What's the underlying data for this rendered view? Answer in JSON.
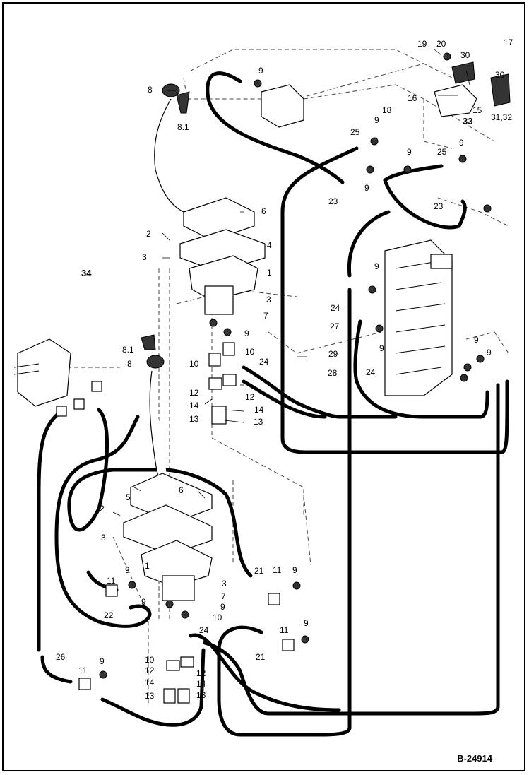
{
  "document_code": "B-24914",
  "callouts": [
    {
      "id": "c20",
      "text": "20",
      "bold": false
    },
    {
      "id": "c19",
      "text": "19",
      "bold": false
    },
    {
      "id": "c17",
      "text": "17",
      "bold": false
    },
    {
      "id": "c30a",
      "text": "30",
      "bold": false
    },
    {
      "id": "c30b",
      "text": "30",
      "bold": false
    },
    {
      "id": "c16",
      "text": "16",
      "bold": false
    },
    {
      "id": "c15",
      "text": "15",
      "bold": false
    },
    {
      "id": "c33",
      "text": "33",
      "bold": true
    },
    {
      "id": "c3132",
      "text": "31,32",
      "bold": false
    },
    {
      "id": "c9a",
      "text": "9",
      "bold": false
    },
    {
      "id": "c8a",
      "text": "8",
      "bold": false
    },
    {
      "id": "c81a",
      "text": "8.1",
      "bold": false
    },
    {
      "id": "c18",
      "text": "18",
      "bold": false
    },
    {
      "id": "c9b",
      "text": "9",
      "bold": false
    },
    {
      "id": "c25a",
      "text": "25",
      "bold": false
    },
    {
      "id": "c9c",
      "text": "9",
      "bold": false
    },
    {
      "id": "c25b",
      "text": "25",
      "bold": false
    },
    {
      "id": "c9d",
      "text": "9",
      "bold": false
    },
    {
      "id": "c9e",
      "text": "9",
      "bold": false
    },
    {
      "id": "c23a",
      "text": "23",
      "bold": false
    },
    {
      "id": "c23b",
      "text": "23",
      "bold": false
    },
    {
      "id": "c6a",
      "text": "6",
      "bold": false
    },
    {
      "id": "c2a",
      "text": "2",
      "bold": false
    },
    {
      "id": "c4",
      "text": "4",
      "bold": false
    },
    {
      "id": "c3a",
      "text": "3",
      "bold": false
    },
    {
      "id": "c34",
      "text": "34",
      "bold": true
    },
    {
      "id": "c1a",
      "text": "1",
      "bold": false
    },
    {
      "id": "c9f",
      "text": "9",
      "bold": false
    },
    {
      "id": "c3b",
      "text": "3",
      "bold": false
    },
    {
      "id": "c7a",
      "text": "7",
      "bold": false
    },
    {
      "id": "c24a",
      "text": "24",
      "bold": false
    },
    {
      "id": "c27",
      "text": "27",
      "bold": false
    },
    {
      "id": "c9g",
      "text": "9",
      "bold": false
    },
    {
      "id": "c9h",
      "text": "9",
      "bold": false
    },
    {
      "id": "c81b",
      "text": "8.1",
      "bold": false
    },
    {
      "id": "c10a",
      "text": "10",
      "bold": false
    },
    {
      "id": "c29",
      "text": "29",
      "bold": false
    },
    {
      "id": "c9i",
      "text": "9",
      "bold": false
    },
    {
      "id": "c9j",
      "text": "9",
      "bold": false
    },
    {
      "id": "c8b",
      "text": "8",
      "bold": false
    },
    {
      "id": "c10b",
      "text": "10",
      "bold": false
    },
    {
      "id": "c24b",
      "text": "24",
      "bold": false
    },
    {
      "id": "c24c",
      "text": "24",
      "bold": false
    },
    {
      "id": "c28",
      "text": "28",
      "bold": false
    },
    {
      "id": "c12a",
      "text": "12",
      "bold": false
    },
    {
      "id": "c12b",
      "text": "12",
      "bold": false
    },
    {
      "id": "c14a",
      "text": "14",
      "bold": false
    },
    {
      "id": "c14b",
      "text": "14",
      "bold": false
    },
    {
      "id": "c13a",
      "text": "13",
      "bold": false
    },
    {
      "id": "c13b",
      "text": "13",
      "bold": false
    },
    {
      "id": "c6b",
      "text": "6",
      "bold": false
    },
    {
      "id": "c5",
      "text": "5",
      "bold": false
    },
    {
      "id": "c2b",
      "text": "2",
      "bold": false
    },
    {
      "id": "c3c",
      "text": "3",
      "bold": false
    },
    {
      "id": "c1b",
      "text": "1",
      "bold": false
    },
    {
      "id": "c9k",
      "text": "9",
      "bold": false
    },
    {
      "id": "c11a",
      "text": "11",
      "bold": false
    },
    {
      "id": "c21a",
      "text": "21",
      "bold": false
    },
    {
      "id": "c11b",
      "text": "11",
      "bold": false
    },
    {
      "id": "c9l",
      "text": "9",
      "bold": false
    },
    {
      "id": "c3d",
      "text": "3",
      "bold": false
    },
    {
      "id": "c9m",
      "text": "9",
      "bold": false
    },
    {
      "id": "c9n",
      "text": "9",
      "bold": false
    },
    {
      "id": "c7b",
      "text": "7",
      "bold": false
    },
    {
      "id": "c22",
      "text": "22",
      "bold": false
    },
    {
      "id": "c10c",
      "text": "10",
      "bold": false
    },
    {
      "id": "c24d",
      "text": "24",
      "bold": false
    },
    {
      "id": "c11c",
      "text": "11",
      "bold": false
    },
    {
      "id": "c9o",
      "text": "9",
      "bold": false
    },
    {
      "id": "c21b",
      "text": "21",
      "bold": false
    },
    {
      "id": "c26",
      "text": "26",
      "bold": false
    },
    {
      "id": "c10d",
      "text": "10",
      "bold": false
    },
    {
      "id": "c12c",
      "text": "12",
      "bold": false
    },
    {
      "id": "c12d",
      "text": "12",
      "bold": false
    },
    {
      "id": "c11d",
      "text": "11",
      "bold": false
    },
    {
      "id": "c9p",
      "text": "9",
      "bold": false
    },
    {
      "id": "c14c",
      "text": "14",
      "bold": false
    },
    {
      "id": "c14d",
      "text": "14",
      "bold": false
    },
    {
      "id": "c13c",
      "text": "13",
      "bold": false
    },
    {
      "id": "c13d",
      "text": "13",
      "bold": false
    }
  ]
}
